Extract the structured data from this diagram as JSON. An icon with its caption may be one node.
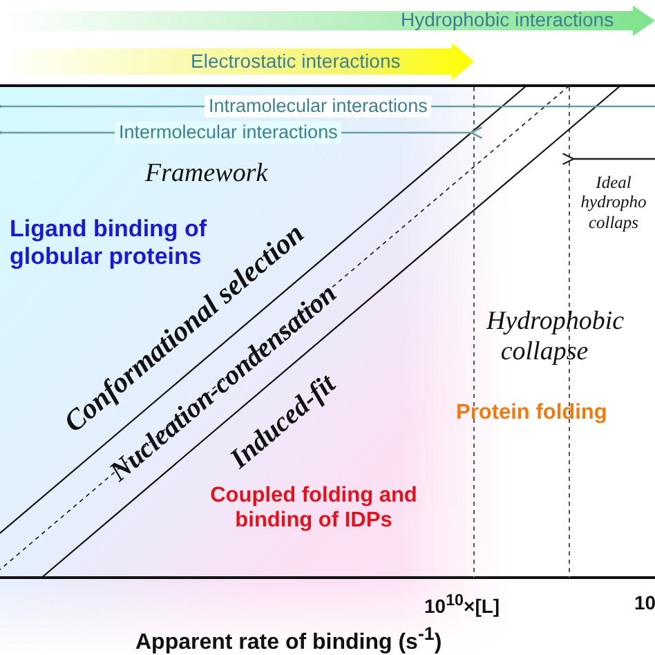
{
  "diagram": {
    "nodes": [
      {
        "text": [
          "Hydrophobic interactions"
        ]
      },
      {
        "text": [
          "Electrostatic interactions"
        ]
      }
    ],
    "labels": [
      "Intramolecular interactions",
      "Intermolecular interactions",
      "Framework",
      "Ideal hydropho collaps",
      "Ligand binding of globular proteins",
      "Conformational selection",
      "Nucleation-condensation",
      "Hydrophobic collapse",
      "Induced-fit",
      "Protein folding",
      "Coupled folding and binding of IDPs",
      "10$^{10}$×[L]",
      "10",
      "Apparent rate of binding (s$^{-1}$)"
    ]
  }
}
